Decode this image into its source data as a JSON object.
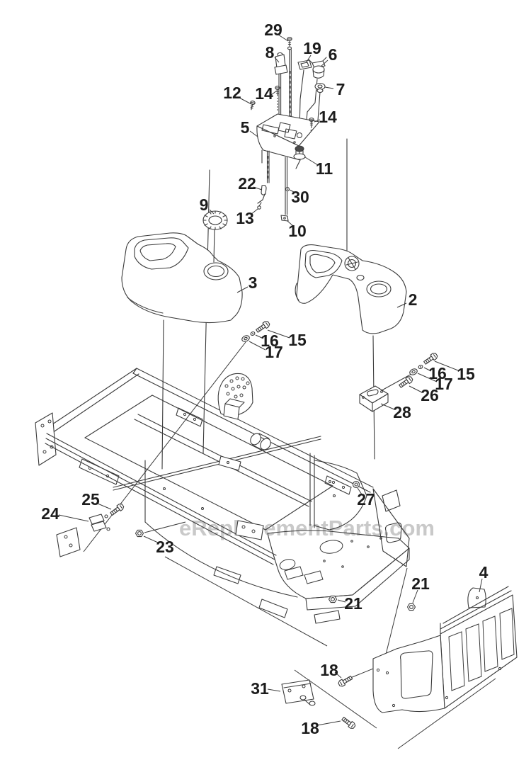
{
  "watermark": {
    "text": "eReplacementParts.com",
    "color": "#c7c7c7"
  },
  "diagram": {
    "type": "exploded-parts-diagram",
    "line_color": "#3a3a3a",
    "background_color": "#ffffff",
    "callouts": [
      {
        "label": "29"
      },
      {
        "label": "8"
      },
      {
        "label": "19"
      },
      {
        "label": "6"
      },
      {
        "label": "12"
      },
      {
        "label": "14"
      },
      {
        "label": "7"
      },
      {
        "label": "5"
      },
      {
        "label": "14"
      },
      {
        "label": "11"
      },
      {
        "label": "22"
      },
      {
        "label": "30"
      },
      {
        "label": "13"
      },
      {
        "label": "10"
      },
      {
        "label": "9"
      },
      {
        "label": "3"
      },
      {
        "label": "2"
      },
      {
        "label": "16"
      },
      {
        "label": "15"
      },
      {
        "label": "17"
      },
      {
        "label": "16"
      },
      {
        "label": "15"
      },
      {
        "label": "17"
      },
      {
        "label": "26"
      },
      {
        "label": "28"
      },
      {
        "label": "27"
      },
      {
        "label": "25"
      },
      {
        "label": "24"
      },
      {
        "label": "23"
      },
      {
        "label": "21"
      },
      {
        "label": "21"
      },
      {
        "label": "4"
      },
      {
        "label": "18"
      },
      {
        "label": "31"
      },
      {
        "label": "18"
      }
    ]
  }
}
